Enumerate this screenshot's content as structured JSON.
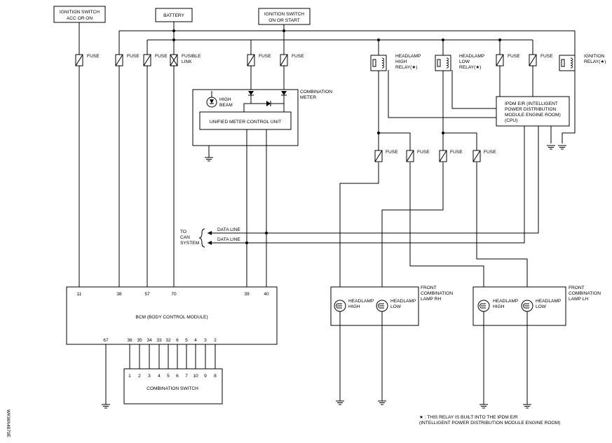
{
  "sources": {
    "ign_acc_1": "IGNITION SWITCH",
    "ign_acc_2": "ACC OR ON",
    "battery": "BATTERY",
    "ign_on_1": "IGNITION SWITCH",
    "ign_on_2": "ON OR START"
  },
  "fuse": "FUSE",
  "fusible_link_1": "FUSIBLE",
  "fusible_link_2": "LINK",
  "relays": {
    "hi_1": "HEADLAMP",
    "hi_2": "HIGH",
    "hi_3": "RELAY(★)",
    "lo_1": "HEADLAMP",
    "lo_2": "LOW",
    "lo_3": "RELAY(★)",
    "ign_1": "IGNITION",
    "ign_2": "RELAY(★)"
  },
  "meter": {
    "title_1": "COMBINATION",
    "title_2": "METER",
    "high_1": "HIGH",
    "high_2": "BEAM",
    "unit": "UNIFIED METER CONTROL UNIT"
  },
  "ipdm": {
    "l1": "IPDM E/R (INTELLIGENT",
    "l2": "POWER DISTRIBUTION",
    "l3": "MODULE ENGINE ROOM)",
    "l4": "(CPU)"
  },
  "can": {
    "l1": "TO",
    "l2": "CAN",
    "l3": "SYSTEM",
    "line1": "DATA LINE",
    "line2": "DATA LINE"
  },
  "bcm": {
    "label": "BCM (BODY CONTROL MODULE)",
    "top_pins": [
      "11",
      "38",
      "57",
      "70",
      "39",
      "40"
    ],
    "bottom_pins": [
      "67",
      "36",
      "35",
      "34",
      "33",
      "32",
      "6",
      "5",
      "4",
      "3",
      "2"
    ]
  },
  "combo_switch": {
    "label": "COMBINATION SWITCH",
    "pins": [
      "1",
      "2",
      "3",
      "4",
      "5",
      "6",
      "7",
      "10",
      "9",
      "8"
    ]
  },
  "lamp_rh": {
    "t1": "FRONT",
    "t2": "COMBINATION",
    "t3": "LAMP RH",
    "hi_1": "HEADLAMP",
    "hi_2": "HIGH",
    "lo_1": "HEADLAMP",
    "lo_2": "LOW"
  },
  "lamp_lh": {
    "t1": "FRONT",
    "t2": "COMBINATION",
    "t3": "LAMP LH",
    "hi_1": "HEADLAMP",
    "hi_2": "HIGH",
    "lo_1": "HEADLAMP",
    "lo_2": "LOW"
  },
  "note": {
    "l1": "★ : THIS RELAY IS BUILT INTO THE IPDM E/R",
    "l2": "(INTELLIGENT POWER DISTRIBUTION MODULE ENGINE ROOM)"
  },
  "code": "WKWA4879E"
}
